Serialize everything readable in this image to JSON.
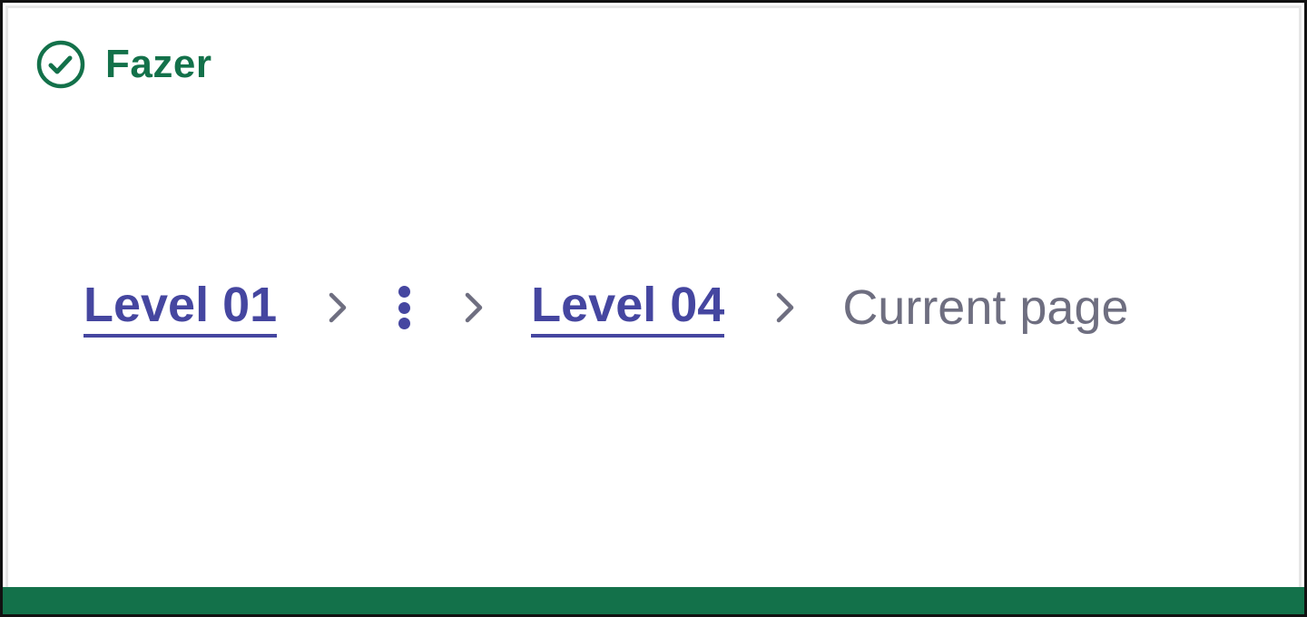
{
  "brand": {
    "name": "Fazer",
    "icon": "check-circle-icon",
    "color": "#13714a"
  },
  "breadcrumb": {
    "items": [
      {
        "label": "Level 01",
        "type": "link"
      },
      {
        "label": "more",
        "type": "overflow",
        "icon": "more-vertical-icon"
      },
      {
        "label": "Level 04",
        "type": "link"
      },
      {
        "label": "Current page",
        "type": "current"
      }
    ],
    "separator_icon": "chevron-right-icon",
    "link_color": "#4546a0",
    "separator_color": "#6e6e80",
    "current_color": "#6e6e80"
  },
  "footer_bar": {
    "color": "#13714a"
  }
}
